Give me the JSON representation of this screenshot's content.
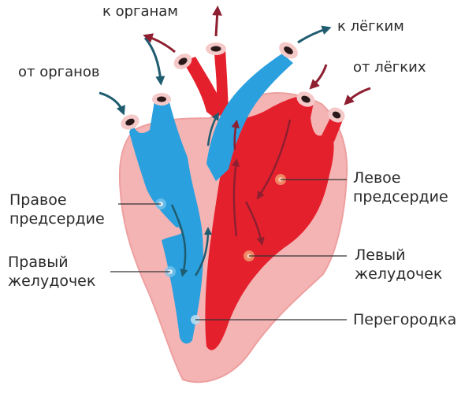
{
  "labels": {
    "to_organs": "к органам",
    "to_lungs": "к лёгким",
    "from_organs": "от органов",
    "from_lungs": "от лёгких",
    "right_atrium_l1": "Правое",
    "right_atrium_l2": "предсердие",
    "right_ventricle_l1": "Правый",
    "right_ventricle_l2": "желудочек",
    "left_atrium_l1": "Левое",
    "left_atrium_l2": "предсердие",
    "left_ventricle_l1": "Левый",
    "left_ventricle_l2": "желудочек",
    "septum": "Перегородка"
  },
  "colors": {
    "outer_tissue": "#f4b4b4",
    "outer_edge": "#ee9f9f",
    "venous_blue": "#2aa0de",
    "arterial_red": "#e5202d",
    "vessel_ring": "#f6c9c9",
    "vessel_lumen": "#2b1a1a",
    "arrow_blue": "#1f6e8e",
    "arrow_red": "#8e1f30",
    "leader_line": "#333333"
  }
}
